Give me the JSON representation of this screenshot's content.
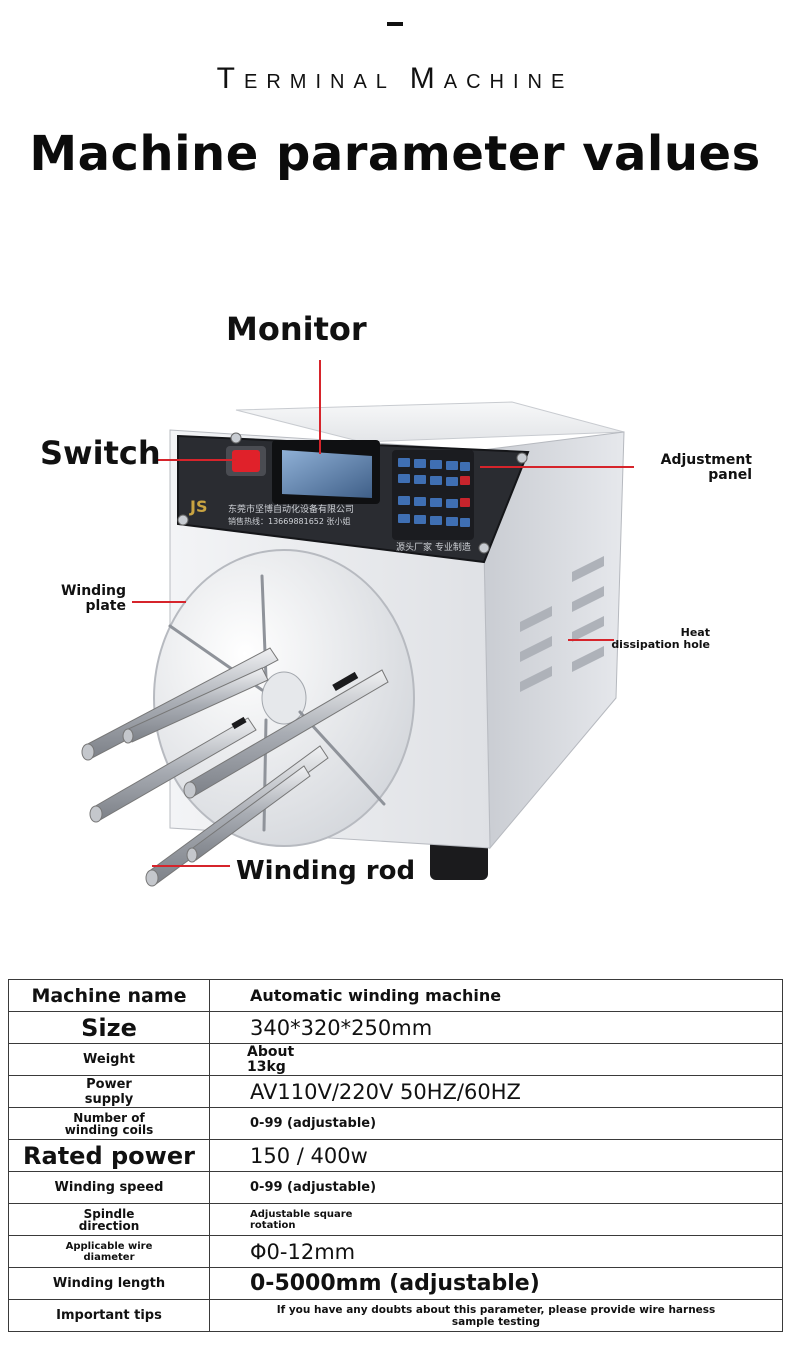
{
  "header": {
    "subtitle": "TERMINAL MACHINE",
    "title": "Machine parameter values"
  },
  "callouts": {
    "monitor": "Monitor",
    "switch": "Switch",
    "adjustment_panel": "Adjustment panel",
    "winding_plate": "Winding plate",
    "heat_dissipation_hole": "Heat dissipation hole",
    "winding_rod": "Winding rod"
  },
  "machine_panel": {
    "company_line": "东莞市坚博自动化设备有限公司",
    "hotline": "销售热线：13669881652  张小姐",
    "slogan": "源头厂家 专业制造"
  },
  "table": {
    "rows": [
      {
        "key": "Machine name",
        "value": "Automatic winding machine"
      },
      {
        "key": "Size",
        "value": "340*320*250mm"
      },
      {
        "key": "Weight",
        "value": "About 13kg"
      },
      {
        "key": "Power supply",
        "value": "AV110V/220V 50HZ/60HZ"
      },
      {
        "key": "Number of winding coils",
        "value": "0-99 (adjustable)"
      },
      {
        "key": "Rated power",
        "value": "150 / 400w"
      },
      {
        "key": "Winding speed",
        "value": "0-99 (adjustable)"
      },
      {
        "key": "Spindle direction",
        "value": "Adjustable square rotation"
      },
      {
        "key": "Applicable wire diameter",
        "value": "Φ0-12mm"
      },
      {
        "key": "Winding length",
        "value": "0-5000mm (adjustable)"
      },
      {
        "key": "Important tips",
        "value": "If you have any doubts about this parameter, please provide wire harness sample testing"
      }
    ]
  },
  "colors": {
    "callout_line": "#d6242b",
    "machine_body": "#e4e6ea",
    "panel_face": "#2a2c31",
    "screen": "#5d7fa8",
    "switch": "#e0212a"
  }
}
